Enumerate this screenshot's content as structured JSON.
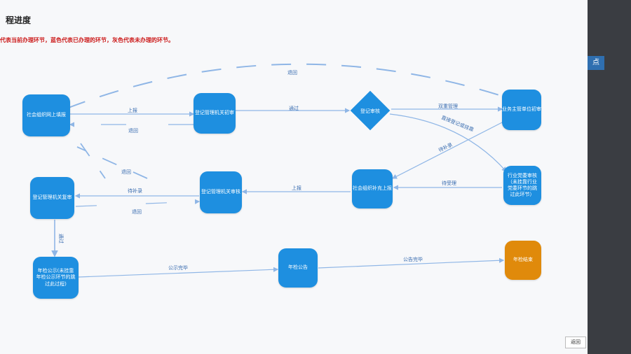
{
  "page": {
    "title": "程进度",
    "note": "代表当前办理环节，蓝色代表已办理的环节，灰色代表未办理的环节。",
    "back_label": "返回",
    "side_tab_label": "点"
  },
  "nodes": {
    "n1": "社会组织网上填报",
    "n2": "登记管理机关初审",
    "n3": "登记审核",
    "n4": "业务主管单位初审",
    "n5": "行业党委审核（未挂靠行业党委环节的跳过此环节）",
    "n6": "社会组织补充上报",
    "n7": "登记管理机关审核",
    "n8": "登记管理机关复审",
    "n9": "年检公示(未挂靠年检公示环节的跳过此过程)",
    "n10": "年检公告",
    "n11": "年检结束"
  },
  "edges": {
    "top_return": "退回",
    "e1_2": "上报",
    "e2_1": "退回",
    "e2_3": "通过",
    "e3_4": "双重管理",
    "e3_5": "直接登记或挂靠",
    "e4_6": "待补录",
    "e5_6": "待受理",
    "e6_7": "上报",
    "e7_8": "待补录",
    "e8_7": "退回",
    "e8_left": "退回",
    "e8_9": "通过",
    "e9_10": "公示完毕",
    "e10_11": "公告完毕"
  },
  "colors": {
    "done": "#1e8fe0",
    "current": "#e08a0b",
    "note": "#cc1a1a"
  }
}
